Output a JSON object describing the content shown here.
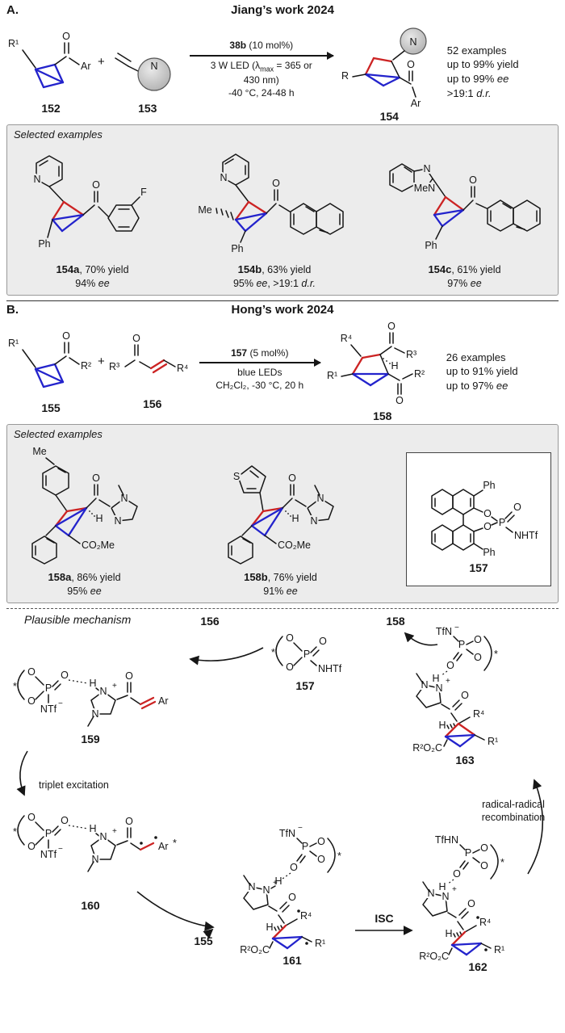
{
  "colors": {
    "blue": "#2323cc",
    "red": "#cc2323",
    "ring_gray": "#c4c4c4",
    "box_gray": "#ececec"
  },
  "a": {
    "label": "A.",
    "title": "Jiang’s work 2024",
    "r1_label": "152",
    "plus": "+",
    "r2_label": "153",
    "cond_bold": "38b",
    "cond_rest": " (10 mol%)",
    "cond_b1a": "3 W LED (λ",
    "cond_b1sub": "max",
    "cond_b1b": " = 365 or",
    "cond_b2": "430 nm)",
    "cond_b3": "-40 °C, 24-48 h",
    "p_label": "154",
    "res": [
      {
        "t": "52 examples",
        "i": ""
      },
      {
        "t": "up to 99% yield",
        "i": ""
      },
      {
        "t": "up to 99% ",
        "i": "ee"
      },
      {
        "t": ">19:1 ",
        "i": "d.r."
      }
    ],
    "ex_title": "Selected examples",
    "ex": [
      {
        "label": "154a",
        "c1": ", 70% yield",
        "c2a": "94% ",
        "c2b": "ee",
        "c2c": "",
        "c2d": ""
      },
      {
        "label": "154b",
        "c1": ", 63% yield",
        "c2a": "95% ",
        "c2b": "ee",
        "c2c": ", >19:1 ",
        "c2d": "d.r."
      },
      {
        "label": "154c",
        "c1": ", 61% yield",
        "c2a": "97% ",
        "c2b": "ee",
        "c2c": "",
        "c2d": ""
      }
    ],
    "atoms": {
      "s152": {
        "r1": "R¹",
        "o": "O",
        "ar": "Ar"
      },
      "s153": {
        "n": "N"
      },
      "s154": {
        "n": "N",
        "o": "O",
        "ar": "Ar",
        "r": "R"
      },
      "e1": {
        "n": "N",
        "o": "O",
        "f": "F",
        "ph": "Ph"
      },
      "e2": {
        "n": "N",
        "me": "Me",
        "o": "O",
        "ph": "Ph"
      },
      "e3": {
        "men": "MeN",
        "n": "N",
        "o": "O",
        "ph": "Ph"
      }
    }
  },
  "b": {
    "label": "B.",
    "title": "Hong’s work 2024",
    "r1_label": "155",
    "plus": "+",
    "r2_label": "156",
    "cond_bold": "157",
    "cond_rest": " (5 mol%)",
    "cond_b1": "blue LEDs",
    "cond_b2": "CH₂Cl₂, -30 °C, 20 h",
    "p_label": "158",
    "res": [
      {
        "t": "26 examples",
        "i": ""
      },
      {
        "t": "up to 91% yield",
        "i": ""
      },
      {
        "t": "up to 97% ",
        "i": "ee"
      }
    ],
    "ex_title": "Selected examples",
    "ex": [
      {
        "label": "158a",
        "c1": ", 86% yield",
        "c2a": "95% ",
        "c2b": "ee"
      },
      {
        "label": "158b",
        "c1": ", 76% yield",
        "c2a": "91% ",
        "c2b": "ee"
      }
    ],
    "cat_label": "157",
    "atoms": {
      "s155": {
        "r1": "R¹",
        "o": "O",
        "r2": "R²"
      },
      "s156": {
        "r3": "R³",
        "o": "O",
        "r4": "R⁴"
      },
      "s158": {
        "r4": "R⁴",
        "o1": "O",
        "r3": "R³",
        "h": "H",
        "r1": "R¹",
        "o2": "O",
        "r2": "R²"
      },
      "e1": {
        "me": "Me",
        "o": "O",
        "n1": "N",
        "n2": "N",
        "h": "H",
        "ester": "CO₂Me"
      },
      "e2": {
        "s": "S",
        "o": "O",
        "n1": "N",
        "n2": "N",
        "h": "H",
        "ester": "CO₂Me"
      },
      "cat": {
        "ph1": "Ph",
        "ph2": "Ph",
        "o1": "O",
        "o2": "O",
        "p": "P",
        "od": "O",
        "nhtf": "NHTf"
      }
    }
  },
  "m": {
    "title": "Plausible mechanism",
    "l155": "155",
    "l156": "156",
    "l157": "157",
    "l158": "158",
    "l159": "159",
    "l160": "160",
    "l161": "161",
    "l162": "162",
    "l163": "163",
    "triplet": "triplet excitation",
    "isc": "ISC",
    "rr1": "radical-radical",
    "rr2": "recombination",
    "s157": {
      "star": "*",
      "o1": "O",
      "o2": "O",
      "p": "P",
      "od": "O",
      "nhtf": "NHTf"
    },
    "s159": {
      "star": "*",
      "o1": "O",
      "o2": "O",
      "p": "P",
      "ntf": "NTf",
      "minus": "−",
      "od": "O",
      "h": "H",
      "plus": "+",
      "n1": "N",
      "n2": "N",
      "o": "O",
      "ar": "Ar"
    },
    "s160": {
      "star": "*",
      "o1": "O",
      "o2": "O",
      "p": "P",
      "ntf": "NTf",
      "minus": "−",
      "od": "O",
      "h": "H",
      "plus": "+",
      "n1": "N",
      "n2": "N",
      "o": "O",
      "ar": "Ar",
      "star2": "*"
    },
    "s161": {
      "tfn": "TfN",
      "minus": "−",
      "p": "P",
      "o1": "O",
      "o2": "O",
      "star": "*",
      "od": "O",
      "h": "H",
      "plus": "+",
      "n1": "N",
      "n2": "N",
      "hc": "H",
      "o": "O",
      "r4": "R⁴",
      "ester": "R²O₂C",
      "r1": "R¹"
    },
    "s162": {
      "tfhn": "TfHN",
      "p": "P",
      "o1": "O",
      "o2": "O",
      "star": "*",
      "od": "O",
      "h": "H",
      "plus": "+",
      "n1": "N",
      "n2": "N",
      "hc": "H",
      "o": "O",
      "r4": "R⁴",
      "ester": "R²O₂C",
      "r1": "R¹"
    },
    "s163": {
      "tfn": "TfN",
      "minus": "−",
      "p": "P",
      "o1": "O",
      "o2": "O",
      "star": "*",
      "od": "O",
      "h": "H",
      "plus": "+",
      "n1": "N",
      "n2": "N",
      "hc": "H",
      "o": "O",
      "r4": "R⁴",
      "ester": "R²O₂C",
      "r1": "R¹"
    }
  }
}
